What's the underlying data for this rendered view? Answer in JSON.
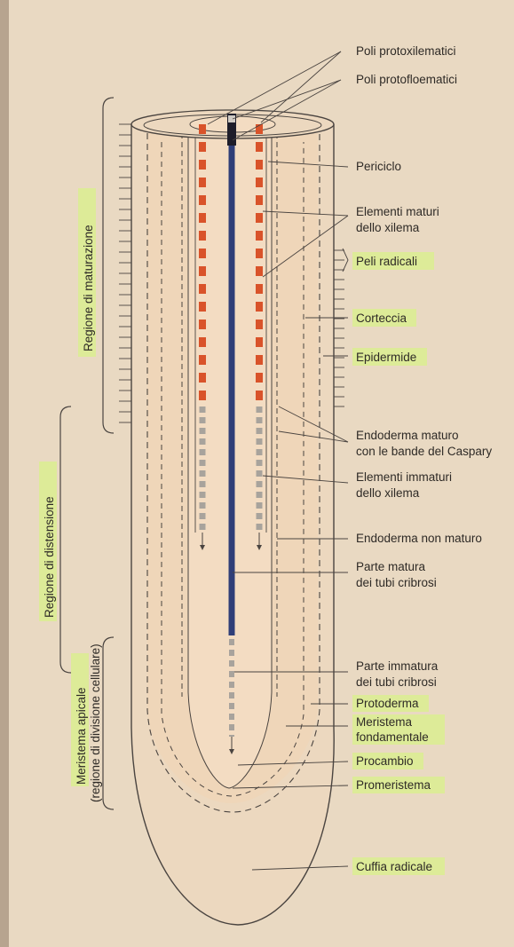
{
  "labels": {
    "poli_protoxilematici": "Poli protoxilematici",
    "poli_protofloematici": "Poli protofloematici",
    "periciclo": "Periciclo",
    "elementi_maturi_1": "Elementi maturi",
    "elementi_maturi_2": "dello xilema",
    "peli_radicali": "Peli radicali",
    "corteccia": "Corteccia",
    "epidermide": "Epidermide",
    "endoderma_maturo_1": "Endoderma maturo",
    "endoderma_maturo_2": "con le bande del Caspary",
    "elementi_immaturi_1": "Elementi immaturi",
    "elementi_immaturi_2": "dello xilema",
    "endoderma_non_maturo": "Endoderma non maturo",
    "parte_matura_1": "Parte matura",
    "parte_matura_2": "dei tubi cribrosi",
    "parte_immatura_1": "Parte immatura",
    "parte_immatura_2": "dei tubi cribrosi",
    "protoderma": "Protoderma",
    "meristema_fond_1": "Meristema",
    "meristema_fond_2": "fondamentale",
    "procambio": "Procambio",
    "promeristema": "Promeristema",
    "cuffia_radicale": "Cuffia radicale"
  },
  "regions": {
    "maturazione": "Regione di maturazione",
    "distensione": "Regione di distensione",
    "meristema_1": "Meristema apicale",
    "meristema_2": "(regione di divisione cellulare)"
  },
  "highlighted_labels": [
    "Peli radicali",
    "Corteccia",
    "Epidermide",
    "Protoderma",
    "Meristema fondamentale",
    "Procambio",
    "Promeristema",
    "Cuffia radicale",
    "Regione di maturazione",
    "Regione di distensione",
    "Meristema apicale"
  ],
  "colors": {
    "background": "#e9d9c2",
    "tissue_fill": "#efd6b9",
    "line": "#4a4440",
    "xylem_mature": "#d9532a",
    "xylem_immature": "#a8a39c",
    "phloem_mature": "#2f3e78",
    "highlight": "#d8f08a"
  }
}
